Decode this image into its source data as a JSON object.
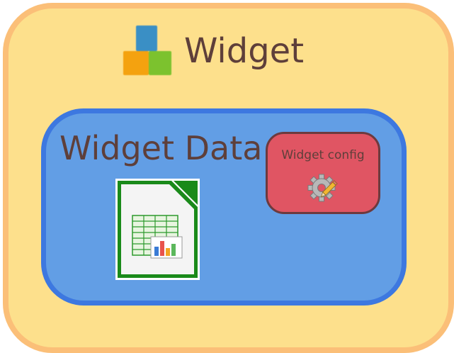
{
  "widget": {
    "title": "Widget",
    "icon": "widget-blocks-icon"
  },
  "widget_data": {
    "title": "Widget Data",
    "icon": "spreadsheet-icon"
  },
  "widget_config": {
    "label": "Widget config",
    "icon": "gear-pencil-icon"
  },
  "colors": {
    "outer_fill": "#fde08c",
    "outer_border": "#fbbf78",
    "inner_fill": "#629ee5",
    "inner_border": "#3d78e0",
    "config_fill": "#e05563",
    "config_border": "#6d3a3e",
    "text": "#5e3f3a"
  }
}
